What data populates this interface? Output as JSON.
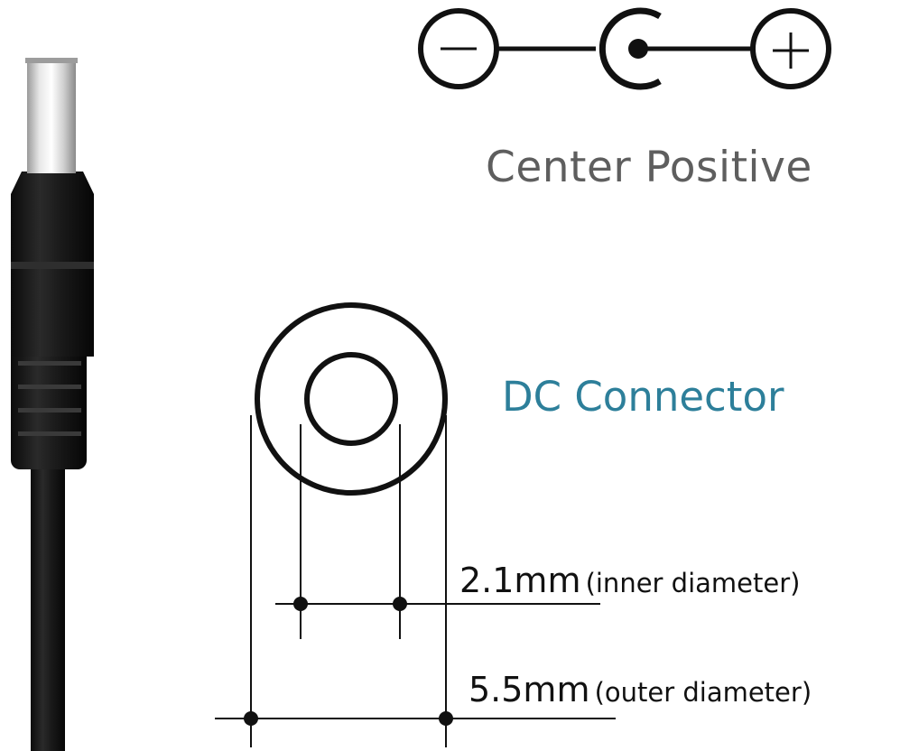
{
  "polarity": {
    "label": "Center Positive",
    "negative_symbol": "−",
    "positive_symbol": "+"
  },
  "connector": {
    "label": "DC Connector"
  },
  "dimensions": {
    "inner": {
      "value": "2.1mm",
      "description": "(inner diameter)"
    },
    "outer": {
      "value": "5.5mm",
      "description": "(outer diameter)"
    }
  },
  "colors": {
    "line": "#111111",
    "polarity_text": "#5e5e5e",
    "connector_text": "#2d7f9a",
    "plug_body": "#161616",
    "plug_tip": "#c8c8c8"
  }
}
